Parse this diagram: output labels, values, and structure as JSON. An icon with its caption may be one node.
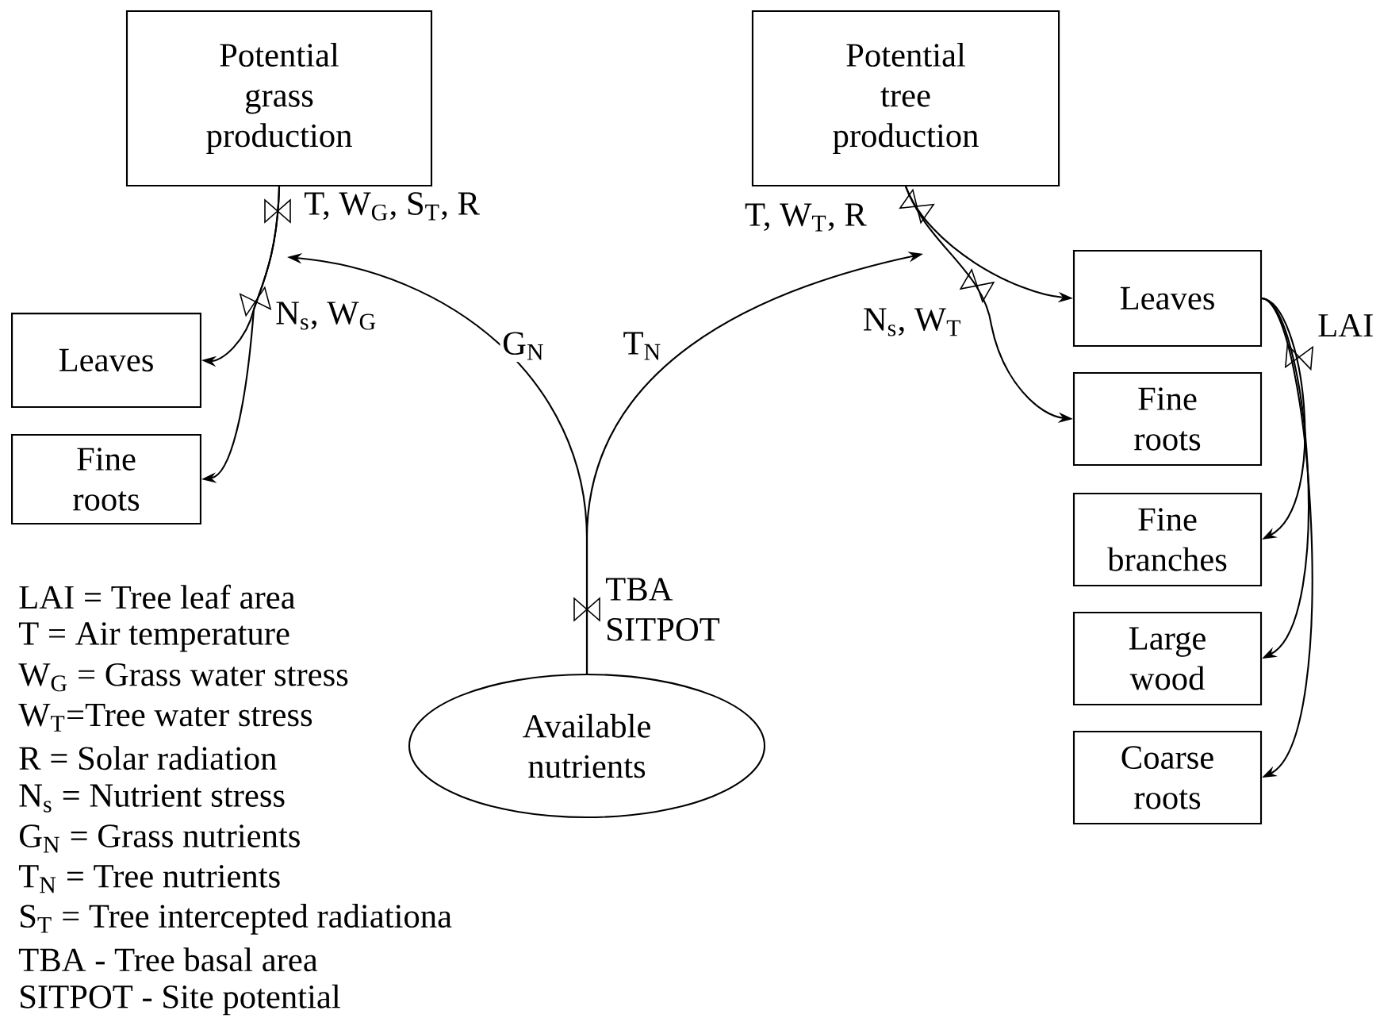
{
  "diagram": {
    "nodes": [
      {
        "text": [
          "Potential grass production"
        ]
      },
      {
        "text": [
          "Potential tree production"
        ]
      },
      {
        "text": [
          "Leaves"
        ]
      },
      {
        "text": [
          "Fine roots"
        ]
      },
      {
        "text": [
          "Leaves"
        ]
      },
      {
        "text": [
          "Fine roots"
        ]
      },
      {
        "text": [
          "Fine branches"
        ]
      },
      {
        "text": [
          "Large wood"
        ]
      },
      {
        "text": [
          "Coarse roots"
        ]
      },
      {
        "text": [
          "Available nutrients"
        ]
      }
    ],
    "edges": [
      {
        "from": 0,
        "to": 2,
        "arrow": "to"
      },
      {
        "from": 0,
        "to": 3,
        "arrow": "to"
      },
      {
        "from": 9,
        "to": null,
        "arrow": "to",
        "label": "G$_{N}$"
      },
      {
        "from": 9,
        "to": null,
        "arrow": "to",
        "label": "T$_{N}$"
      },
      {
        "from": 1,
        "to": 4,
        "arrow": "to"
      },
      {
        "from": 1,
        "to": 5,
        "arrow": "to"
      },
      {
        "from": 4,
        "to": 6,
        "arrow": "to"
      },
      {
        "from": 4,
        "to": 7,
        "arrow": "to"
      },
      {
        "from": 4,
        "to": 8,
        "arrow": "to"
      }
    ],
    "labels": [
      "T, W$_{G}$, S$_{T}$, R",
      "T, W$_{T}$, R",
      "N$_{s}$, W$_{G}$",
      "N$_{s}$, W$_{T}$",
      "LAI",
      "TBA SITPOT",
      "LAI = Tree leaf area",
      "T = Air temperature",
      "W$_{G}$ = Grass water stress",
      "W$_{T}$=Tree water stress",
      "R = Solar radiation",
      "N$_{s}$ = Nutrient stress",
      "G$_{N}$ = Grass nutrients",
      "T$_{N}$ = Tree nutrients",
      "S$_{T}$ = Tree intercepted radiationa",
      "TBA - Tree basal area",
      "SITPOT - Site potential"
    ]
  }
}
